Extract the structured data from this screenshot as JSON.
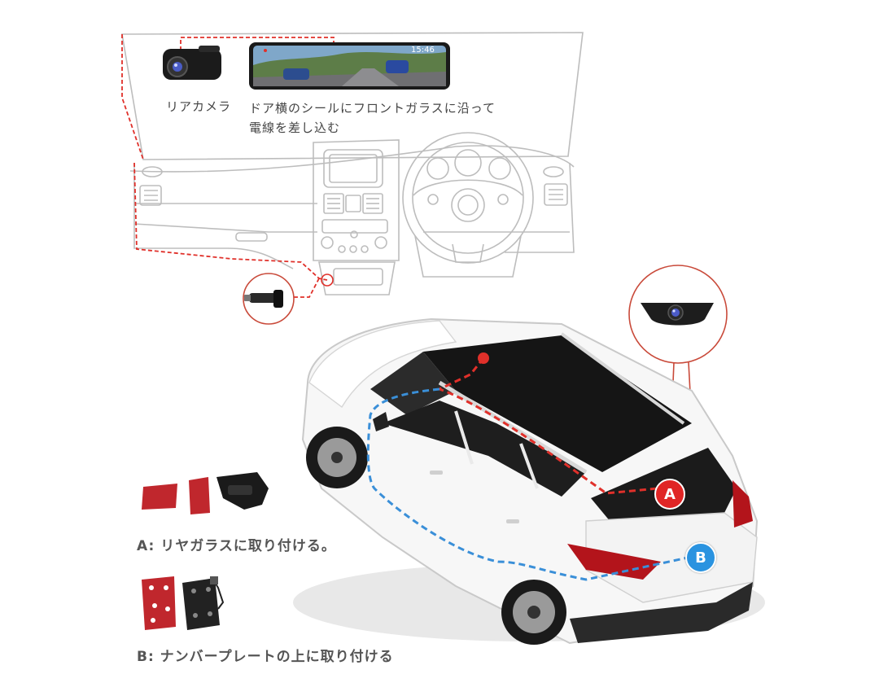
{
  "mirror_time": "15:46",
  "labels": {
    "rear_camera": "リアカメラ",
    "routing_line1": "ドア横のシールにフロントガラスに沿って",
    "routing_line2": "電線を差し込む",
    "option_a": "A:  リヤガラスに取り付ける。",
    "option_b": "B:  ナンバープレートの上に取り付ける"
  },
  "badges": {
    "a": "A",
    "b": "B"
  },
  "colors": {
    "red_route": "#e0302a",
    "blue_route": "#3a8fd8",
    "badge_a": "#e02525",
    "badge_b": "#2a93e0",
    "line_art": "#bdbdbd",
    "callout_ring": "#c94a3a"
  },
  "icons": [
    "rear-camera-icon",
    "dashcam-mirror-icon",
    "dashboard-outline",
    "car-charger-icon",
    "rear-mount-camera-icon",
    "suv-car-illustration",
    "adhesive-pad-icon",
    "license-mount-bracket-icon"
  ]
}
